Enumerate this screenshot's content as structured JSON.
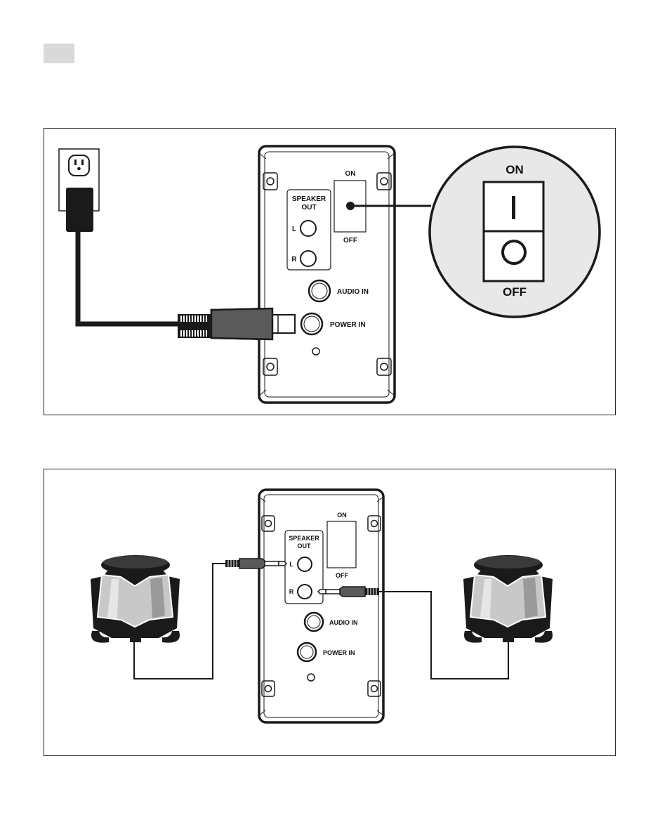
{
  "colors": {
    "ink": "#1a1a1a",
    "plug": "#5a5a5a",
    "zoom_bg": "#e8e8e8",
    "tab": "#d9d9d9"
  },
  "panel_power": {
    "speaker_out_line1": "SPEAKER",
    "speaker_out_line2": "OUT",
    "left_label": "L",
    "right_label": "R",
    "switch_on": "ON",
    "switch_off": "OFF",
    "audio_in": "AUDIO IN",
    "power_in": "POWER IN",
    "zoom_on": "ON",
    "zoom_off": "OFF"
  },
  "panel_speakers": {
    "speaker_out_line1": "SPEAKER",
    "speaker_out_line2": "OUT",
    "left_label": "L",
    "right_label": "R",
    "switch_on": "ON",
    "switch_off": "OFF",
    "audio_in": "AUDIO IN",
    "power_in": "POWER IN"
  },
  "icons": [
    "wall-outlet-icon",
    "power-plug-icon",
    "power-switch-icon",
    "speaker-icon",
    "audio-jack-icon"
  ]
}
